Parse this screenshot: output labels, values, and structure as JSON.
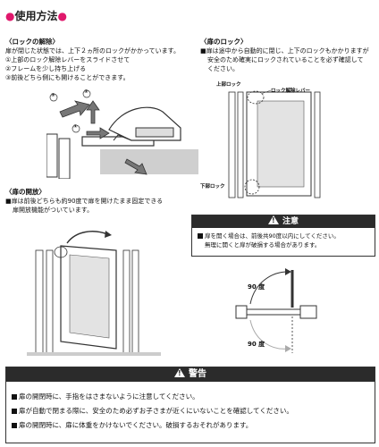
{
  "title": "使用方法",
  "lock_release": {
    "heading": "〈ロックの解除〉",
    "lines": [
      "扉が閉じた状態では、上下２ヵ所のロックがかかっています。",
      "①上部のロック解除レバーをスライドさせて",
      "②フレームを少し持ち上げる",
      "③前後どちら側にも開けることができます。"
    ],
    "markers": [
      "①",
      "②",
      "③"
    ]
  },
  "door_lock": {
    "heading": "〈扉のロック〉",
    "lines": [
      "扉は途中から自動的に閉じ、上下のロックもかかりますが",
      "安全のため確実にロックされていることを必ず確認して",
      "ください。"
    ],
    "labels": {
      "top_lock": "上部ロック",
      "release_lever": "ロック解除レバー",
      "bottom_lock": "下部ロック"
    }
  },
  "door_open": {
    "heading": "〈扉の開放〉",
    "lines": [
      "扉は前後どちらも約90度で扉を開けたまま固定できる",
      "扉開放機能がついています。"
    ]
  },
  "caution": {
    "title": "注意",
    "lines": [
      "扉を開く場合は、前後共90度以内にしてください。",
      "無理に開くと扉が破損する場合があります。"
    ],
    "angle_top": "90 度",
    "angle_bottom": "90 度"
  },
  "warning": {
    "title": "警告",
    "lines": [
      "扉の開閉時に、手指をはさまないように注意してください。",
      "扉が自動で閉まる際に、安全のため必ずお子さまが近くにいないことを確認してください。",
      "扉の開閉時に、扉に体重をかけないでください。破損するおそれがあります。"
    ]
  }
}
